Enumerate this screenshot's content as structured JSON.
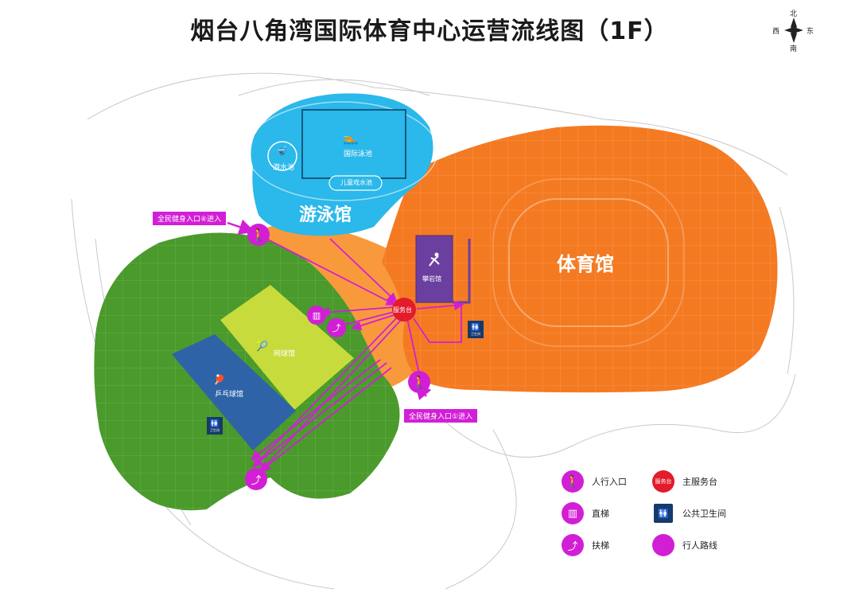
{
  "title": "烟台八角湾国际体育中心运营流线图（1F）",
  "compass": {
    "north": "北",
    "south": "南",
    "east": "东",
    "west": "西"
  },
  "colors": {
    "swimming": "#2bb8ea",
    "gym": "#f47a22",
    "climbing": "#6b3fa0",
    "green": "#4a9a2c",
    "tennis": "#c7dc3c",
    "pingpong": "#2e63a8",
    "route": "#d21fd6",
    "service": "#e31b2b",
    "restroom": "#163a6b"
  },
  "zones": {
    "swimming_hall": "游泳馆",
    "international_pool": "国际泳池",
    "diving_pool": "潜水池",
    "kids_pool": "儿童戏水池",
    "gymnasium": "体育馆",
    "climbing_hall": "攀岩馆",
    "tennis_hall": "网球馆",
    "pingpong_hall": "乒乓球馆"
  },
  "service_desk": "服务台",
  "restroom_label": "卫生间",
  "entrances": {
    "entrance_4": "全民健身入口④进入",
    "entrance_1": "全民健身入口①进入"
  },
  "legend": [
    {
      "icon": "pedestrian-entrance-icon",
      "label": "人行入口"
    },
    {
      "icon": "main-service-desk-icon",
      "label": "主服务台",
      "badge": "服务台"
    },
    {
      "icon": "elevator-icon",
      "label": "直梯"
    },
    {
      "icon": "restroom-icon",
      "label": "公共卫生间"
    },
    {
      "icon": "escalator-icon",
      "label": "扶梯"
    },
    {
      "icon": "pedestrian-route-icon",
      "label": "行人路线"
    }
  ]
}
